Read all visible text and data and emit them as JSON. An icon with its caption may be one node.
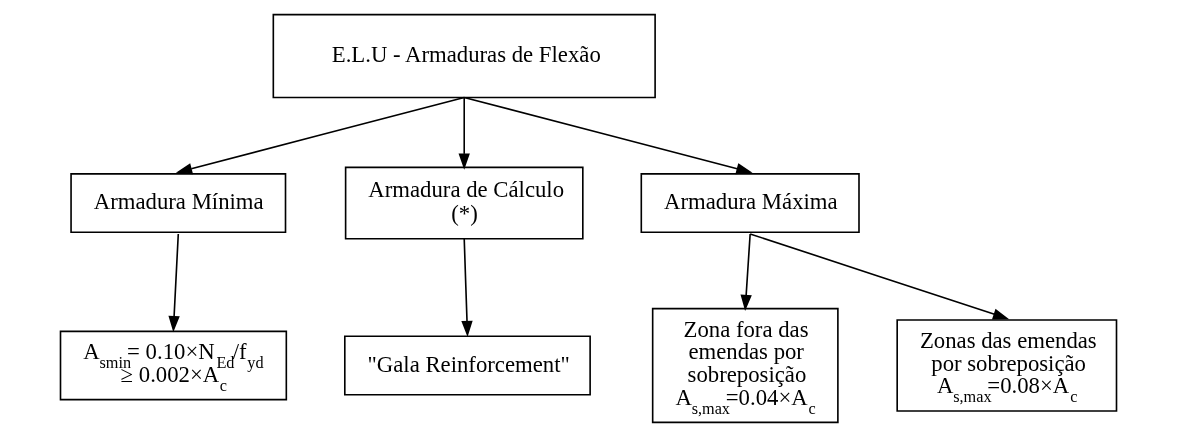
{
  "diagram": {
    "nodes": [
      {
        "text": [
          "E.L.U - Armaduras de Flexão"
        ]
      },
      {
        "text": [
          "Armadura Mínima"
        ]
      },
      {
        "text": [
          "Armadura de Cálculo (*)"
        ]
      },
      {
        "text": [
          "Armadura Máxima"
        ]
      },
      {
        "text": [
          "A$_{smin}$= 0.10×N$_{Ed}$/f$_{yd}$",
          "≥ 0.002×A$_{c}$"
        ]
      },
      {
        "text": [
          "\"Gala Reinforcement\""
        ]
      },
      {
        "text": [
          "Zona fora das emendas por sobreposição",
          "A$_{s,max}$=0.04×A$_{c}$"
        ]
      },
      {
        "text": [
          "Zonas das emendas por sobreposição",
          "A$_{s,max}$=0.08×A$_{c}$"
        ]
      }
    ],
    "edges": [
      {
        "from": 0,
        "to": 1,
        "arrow": "to"
      },
      {
        "from": 0,
        "to": 2,
        "arrow": "to"
      },
      {
        "from": 0,
        "to": 3,
        "arrow": "to"
      },
      {
        "from": 1,
        "to": 4,
        "arrow": "to"
      },
      {
        "from": 2,
        "to": 5,
        "arrow": "to"
      },
      {
        "from": 3,
        "to": 6,
        "arrow": "to"
      },
      {
        "from": 3,
        "to": 7,
        "arrow": "to"
      }
    ]
  }
}
